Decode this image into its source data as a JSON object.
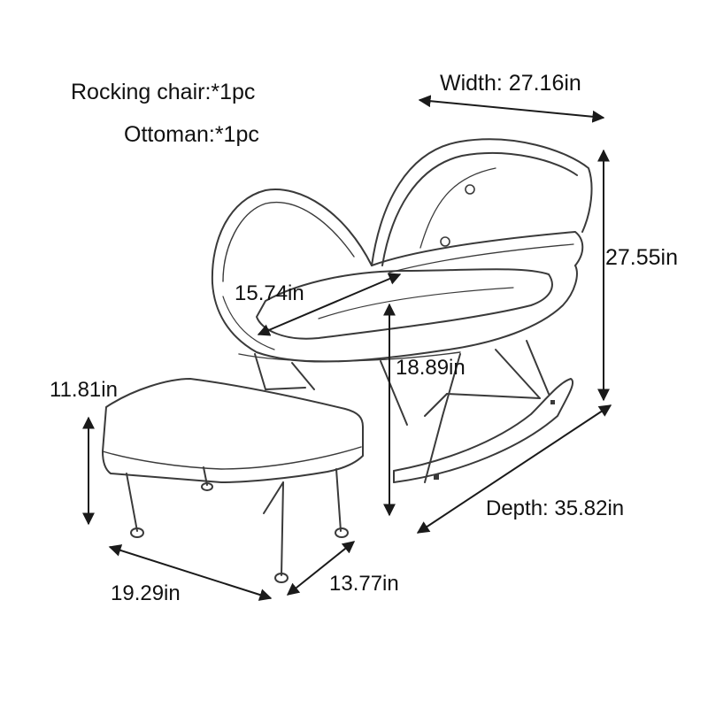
{
  "contents": {
    "rocking_chair": "Rocking chair:*1pc",
    "ottoman": "Ottoman:*1pc"
  },
  "dimensions": {
    "width": "Width: 27.16in",
    "height": "27.55in",
    "depth": "Depth: 35.82in",
    "seat_depth": "15.74in",
    "seat_height": "18.89in",
    "ottoman_height": "11.81in",
    "ottoman_length": "19.29in",
    "ottoman_width": "13.77in"
  },
  "colors": {
    "line": "#1a1a1a",
    "sketch": "#3a3a3a",
    "background": "#ffffff"
  }
}
